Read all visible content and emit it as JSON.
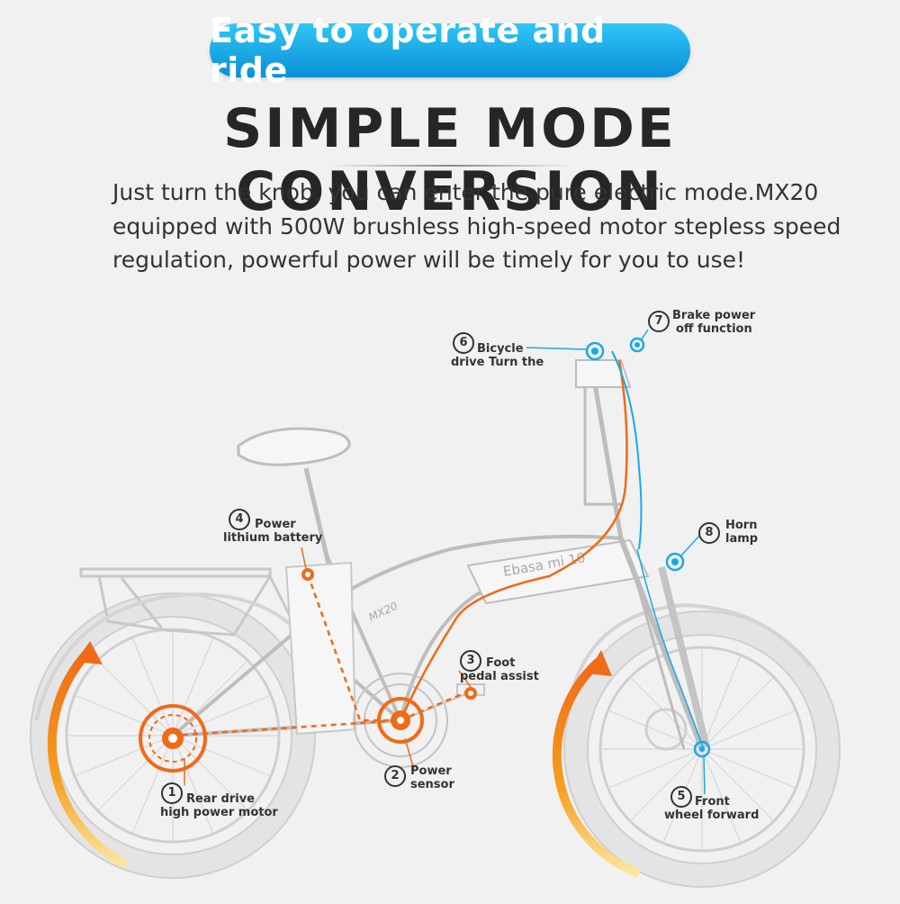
{
  "banner": {
    "title": "Easy to operate and ride"
  },
  "headline": "SIMPLE MODE CONVERSION",
  "description": {
    "line1": "Just turn the knob, you can enter the pure electric mode.MX20",
    "line2": "equipped with 500W brushless high-speed motor stepless speed",
    "line3": "regulation, powerful power will be timely for you to use!"
  },
  "callouts": {
    "c1": {
      "num": "1",
      "line1": "Rear drive",
      "line2": "high power motor"
    },
    "c2": {
      "num": "2",
      "line1": "Power",
      "line2": "sensor"
    },
    "c3": {
      "num": "3",
      "line1": "Foot",
      "line2": "pedal assist"
    },
    "c4": {
      "num": "4",
      "line1": "Power",
      "line2": "lithium battery"
    },
    "c5": {
      "num": "5",
      "line1": "Front",
      "line2": "wheel forward"
    },
    "c6": {
      "num": "6",
      "line1": "Bicycle",
      "line2": "drive Turn the"
    },
    "c7": {
      "num": "7",
      "line1": "Brake power",
      "line2": "off function"
    },
    "c8": {
      "num": "8",
      "line1": "Horn",
      "line2": "lamp"
    }
  },
  "frame_text": {
    "brand": "Ebasa mi 10",
    "model": "MX20"
  },
  "colors": {
    "accent_orange": "#f06a17",
    "accent_blue": "#19a9e6",
    "banner": "#1a9fe0"
  }
}
